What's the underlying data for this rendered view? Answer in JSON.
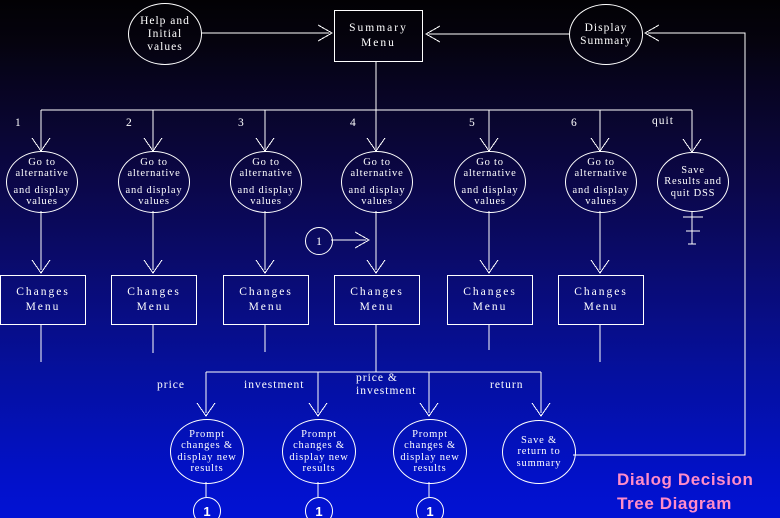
{
  "title": {
    "line1": "Dialog Decision",
    "line2": "Tree Diagram"
  },
  "colors": {
    "accent_pink": "#ff8cc8",
    "line_white": "#ffffff",
    "background_top": "#000000",
    "background_bottom": "#0212d4"
  },
  "nodes": {
    "help": {
      "lines": [
        "Help and",
        "Initial",
        "values"
      ]
    },
    "summary_menu": {
      "lines": [
        "Summary",
        "Menu"
      ]
    },
    "display_summary": {
      "lines": [
        "Display",
        "Summary"
      ]
    },
    "goto_alternative": {
      "lines": [
        "Go to",
        "alternative",
        "and display",
        "values"
      ]
    },
    "save_quit": {
      "lines": [
        "Save",
        "Results and",
        "quit DSS"
      ]
    },
    "changes_menu": {
      "lines": [
        "Changes",
        "Menu"
      ]
    },
    "prompt_changes": {
      "lines": [
        "Prompt",
        "changes &",
        "display new",
        "results"
      ]
    },
    "save_return": {
      "lines": [
        "Save &",
        "return to",
        "summary"
      ]
    },
    "connector_label": "1"
  },
  "branch_labels": [
    "1",
    "2",
    "3",
    "4",
    "5",
    "6",
    "quit"
  ],
  "action_labels": {
    "price": "price",
    "investment": "investment",
    "price_investment": {
      "lines": [
        "price &",
        "investment"
      ]
    },
    "return_label": "return"
  }
}
